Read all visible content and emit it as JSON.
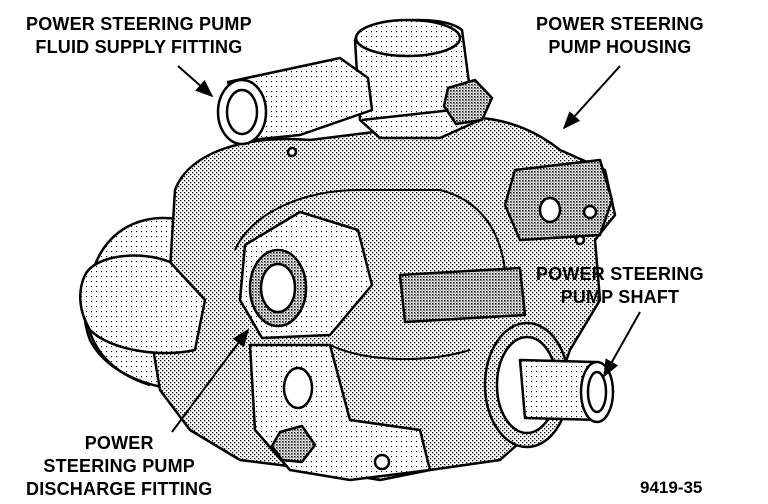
{
  "labels": {
    "supply_fitting": [
      "POWER STEERING PUMP",
      "FLUID SUPPLY FITTING"
    ],
    "housing": [
      "POWER STEERING",
      "PUMP HOUSING"
    ],
    "shaft": [
      "POWER STEERING",
      "PUMP SHAFT"
    ],
    "discharge_fitting": [
      "POWER",
      "STEERING PUMP",
      "DISCHARGE FITTING"
    ]
  },
  "figure_id": "9419-35"
}
